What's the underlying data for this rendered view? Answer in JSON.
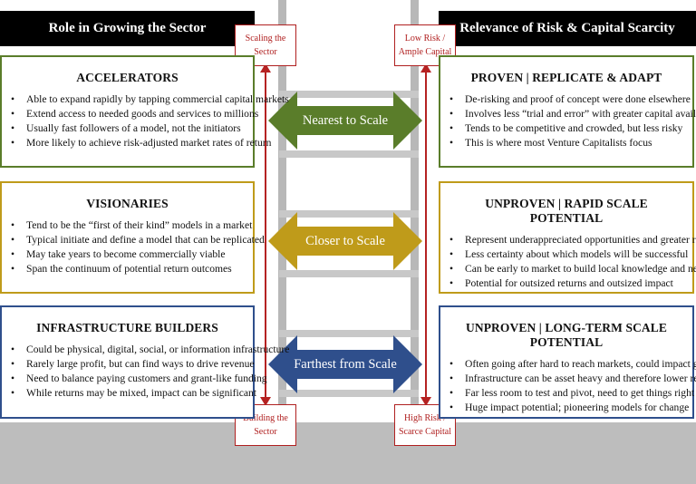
{
  "headers": {
    "left": "Role in Growing the Sector",
    "right": "Relevance of Risk & Capital Scarcity"
  },
  "tags": {
    "left_top": "Scaling the Sector",
    "left_bottom": "Building the Sector",
    "right_top": "Low Risk / Ample Capital",
    "right_bottom": "High Risk / Scarce Capital"
  },
  "arrows": [
    {
      "label": "Nearest to Scale",
      "color": "#5a7d2a"
    },
    {
      "label": "Closer to Scale",
      "color": "#bf9b1a"
    },
    {
      "label": "Farthest from Scale",
      "color": "#2f4f8c"
    }
  ],
  "left_boxes": [
    {
      "title": "ACCELERATORS",
      "bullets": [
        "Able to expand rapidly by tapping commercial capital markets",
        "Extend access to needed goods and services to millions",
        "Usually fast followers of a model, not the initiators",
        "More likely to achieve risk-adjusted market rates of return"
      ]
    },
    {
      "title": "VISIONARIES",
      "bullets": [
        "Tend to be the “first of their kind” models in a market",
        "Typical initiate and define a model that can be replicated",
        "May take years to become commercially viable",
        "Span the continuum of potential return outcomes"
      ]
    },
    {
      "title": "INFRASTRUCTURE BUILDERS",
      "bullets": [
        "Could be physical, digital, social, or information infrastructure",
        "Rarely large profit, but can find ways to drive revenue",
        "Need to balance paying customers and grant-like funding",
        "While returns may be mixed, impact can be significant"
      ]
    }
  ],
  "right_boxes": [
    {
      "title": "PROVEN  |  REPLICATE & ADAPT",
      "bullets": [
        "De-risking and proof of concept were done elsewhere",
        "Involves less “trial and error” with greater capital availability",
        "Tends to be competitive and crowded, but less risky",
        "This is where most Venture Capitalists focus"
      ]
    },
    {
      "title": "UNPROVEN  |  RAPID SCALE POTENTIAL",
      "bullets": [
        "Represent underappreciated opportunities and greater risk",
        "Less certainty about which models will be successful",
        "Can be early to market to build local knowledge and networks",
        "Potential for outsized returns and outsized impact"
      ]
    },
    {
      "title": "UNPROVEN  |  LONG-TERM SCALE POTENTIAL",
      "bullets": [
        "Often going after hard to reach markets, could impact growth",
        "Infrastructure can be asset heavy and therefore lower returns",
        "Far less room to test and pivot, need to get things right",
        "Huge impact potential; pioneering models for change"
      ]
    }
  ]
}
